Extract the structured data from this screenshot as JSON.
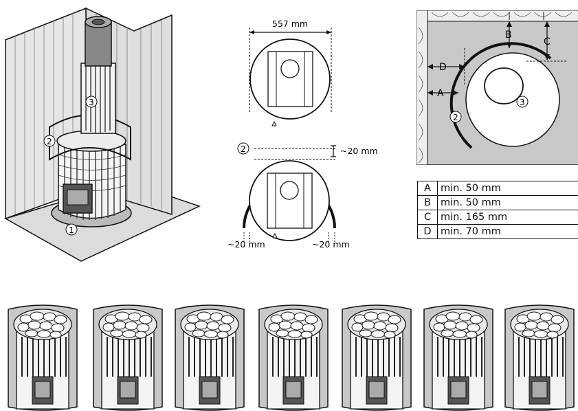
{
  "callouts": [
    "1",
    "2",
    "3"
  ],
  "top_view": {
    "width_label": "557 mm",
    "gap_label": "~20 mm",
    "side_left_label": "~20 mm",
    "side_right_label": "~20 mm"
  },
  "clearance_letters": [
    "A",
    "B",
    "C",
    "D"
  ],
  "clearances": [
    {
      "key": "A",
      "value": "min. 50 mm"
    },
    {
      "key": "B",
      "value": "min. 50 mm"
    },
    {
      "key": "C",
      "value": "min. 165 mm"
    },
    {
      "key": "D",
      "value": "min. 70 mm"
    }
  ],
  "colors": {
    "line": "#111111",
    "wall": "#d9d9d9",
    "panel": "#c8c8c8",
    "stone": "#ffffff"
  },
  "variants_count": 7
}
